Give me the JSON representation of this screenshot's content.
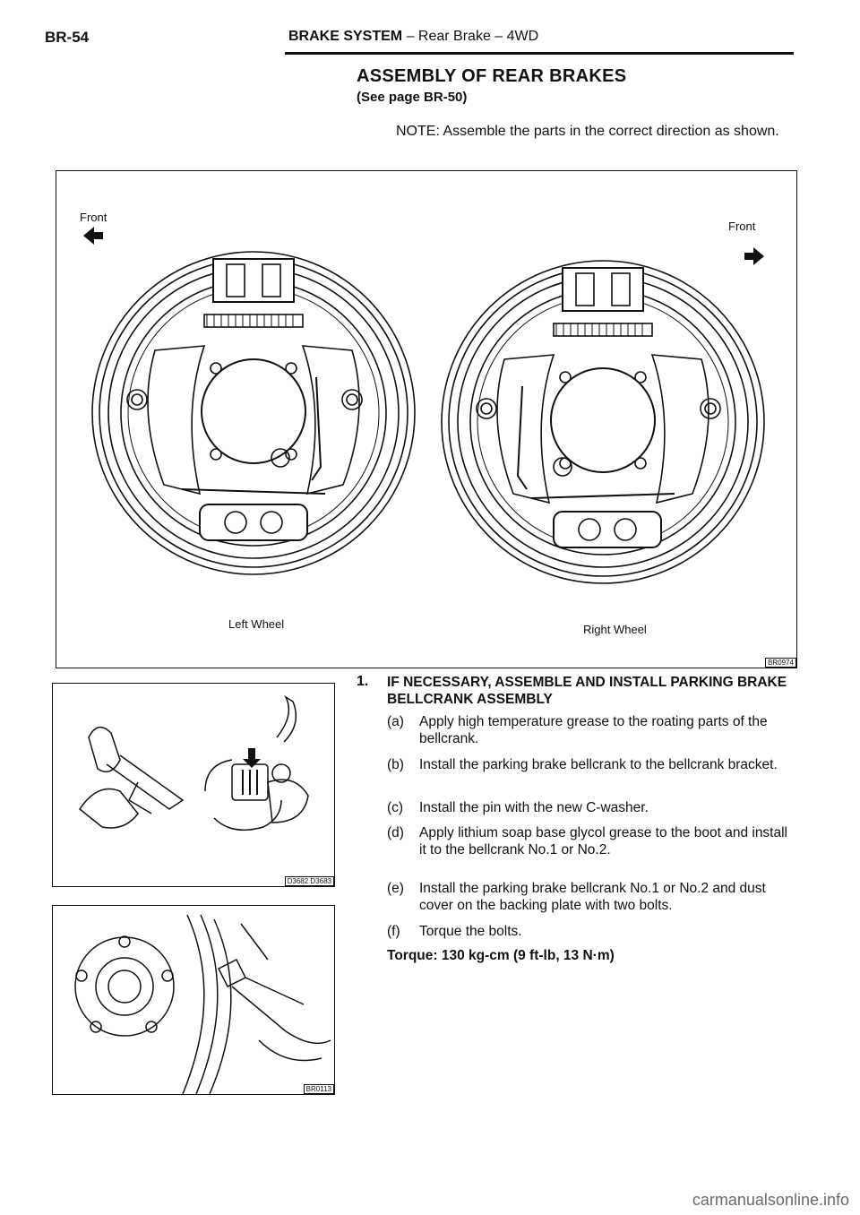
{
  "header": {
    "page_code": "BR-54",
    "section": "BRAKE SYSTEM",
    "subsection": " – Rear Brake – 4WD"
  },
  "section": {
    "title": "ASSEMBLY OF REAR BRAKES",
    "subtitle": "(See page BR-50)"
  },
  "note": "NOTE: Assemble the parts in the correct direction as shown.",
  "main_figure": {
    "front_left": "Front",
    "front_right": "Front",
    "left_caption": "Left Wheel",
    "right_caption": "Right Wheel",
    "code": "BR0974"
  },
  "fig_bellcrank_code": "D3682 D3683",
  "fig_bolts_code": "BR0113",
  "step1": {
    "number": "1.",
    "title": "IF NECESSARY, ASSEMBLE AND INSTALL PARKING BRAKE BELLCRANK ASSEMBLY",
    "substeps": [
      {
        "label": "(a)",
        "text": "Apply high temperature grease to the roating parts of the bellcrank."
      },
      {
        "label": "(b)",
        "text": "Install the parking brake bellcrank to the bellcrank bracket."
      },
      {
        "label": "(c)",
        "text": "Install the pin with the new C-washer."
      },
      {
        "label": "(d)",
        "text": "Apply lithium soap base glycol grease to the boot and install it to the bellcrank No.1 or No.2."
      },
      {
        "label": "(e)",
        "text": "Install the parking brake bellcrank No.1 or No.2 and dust cover on the backing plate with two bolts."
      },
      {
        "label": "(f)",
        "text": "Torque the bolts."
      }
    ],
    "torque": "Torque:  130 kg-cm (9 ft-lb, 13 N·m)"
  },
  "watermark": "carmanualsonline.info"
}
